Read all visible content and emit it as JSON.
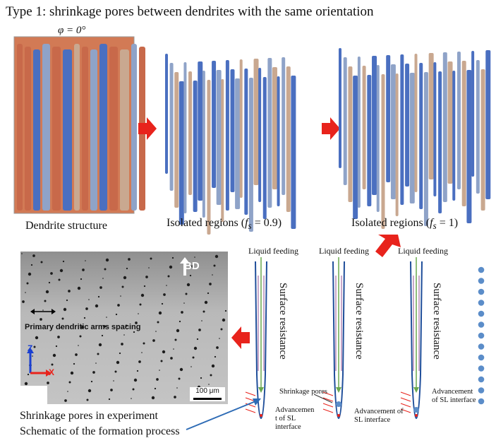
{
  "title": "Type 1: shrinkage pores between dendrites with the same orientation",
  "phi_label": "φ = 0°",
  "captions": {
    "dendrite": "Dendrite structure",
    "isolated_09": "Isolated regions  (f_s = 0.9)",
    "isolated_1": "Isolated regions  (f_s = 1)"
  },
  "micrograph": {
    "bd_label": "BD",
    "spacing_label": "Primary dendritic arms spacing",
    "axis_z": "Z",
    "axis_x": "X",
    "scale": "100 μm"
  },
  "schematic": {
    "liquid_feeding": "Liquid feeding",
    "surface_resistance": "Surface resistance",
    "shrinkage_pores": "Shrinkage pores",
    "advancement_1": "Advancemen\nt of SL\ninterface",
    "advancement_2": "Advancement of\nSL interface",
    "advancement_3": "Advancement\nof SL interface"
  },
  "bottom_captions": {
    "line1": "Shrinkage pores in experiment",
    "line2": "Schematic of the formation process"
  },
  "colors": {
    "orange": "#c8694a",
    "blue": "#4a6fc0",
    "tan": "#c9a890",
    "grayblue": "#8fa3c8",
    "red_arrow": "#e8231c",
    "channel": "#1f4e9a",
    "green": "#6aa84f",
    "purple": "#a56fa5",
    "dot": "#5b8dc9"
  }
}
